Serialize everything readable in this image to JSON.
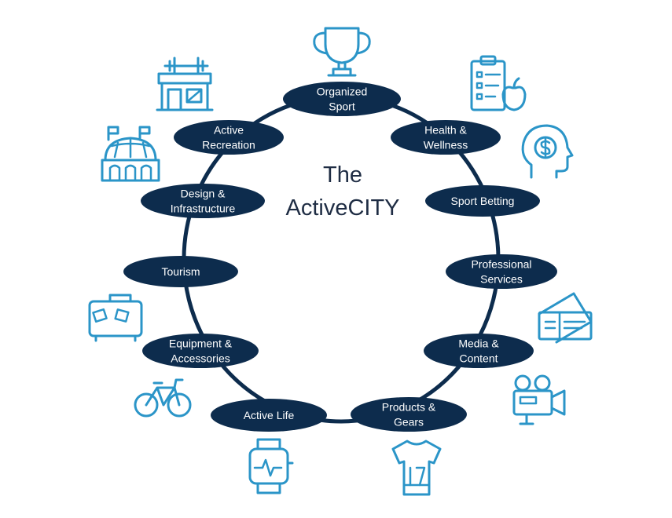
{
  "title": {
    "line1": "The",
    "line2": "ActiveCITY"
  },
  "colors": {
    "dark": "#0d2c4d",
    "icon": "#2b95c8",
    "text": "#1f2d44"
  },
  "nodes": [
    {
      "id": "organized-sport",
      "lines": [
        "Organized",
        "Sport"
      ],
      "icon": "trophy-icon"
    },
    {
      "id": "health-wellness",
      "lines": [
        "Health &",
        "Wellness"
      ],
      "icon": "clipboard-apple-icon"
    },
    {
      "id": "sport-betting",
      "lines": [
        "Sport Betting"
      ],
      "icon": "head-dollar-icon"
    },
    {
      "id": "professional-services",
      "lines": [
        "Professional",
        "Services"
      ],
      "icon": ""
    },
    {
      "id": "media-content",
      "lines": [
        "Media &",
        "Content"
      ],
      "icon": "ticket-icon"
    },
    {
      "id": "products-gears",
      "lines": [
        "Products &",
        "Gears"
      ],
      "icon": "video-camera-icon"
    },
    {
      "id": "active-life",
      "lines": [
        "Active Life"
      ],
      "icon": "smartwatch-icon"
    },
    {
      "id": "equipment-accessories",
      "lines": [
        "Equipment &",
        "Accessories"
      ],
      "icon": "bicycle-icon"
    },
    {
      "id": "tourism",
      "lines": [
        "Tourism"
      ],
      "icon": "suitcase-icon"
    },
    {
      "id": "design-infrastructure",
      "lines": [
        "Design &",
        "Infrastructure"
      ],
      "icon": "stadium-icon"
    },
    {
      "id": "active-recreation",
      "lines": [
        "Active",
        "Recreation"
      ],
      "icon": "gym-building-icon"
    }
  ],
  "extra_icons": [
    "jersey-icon",
    "city-buildings-icon"
  ]
}
